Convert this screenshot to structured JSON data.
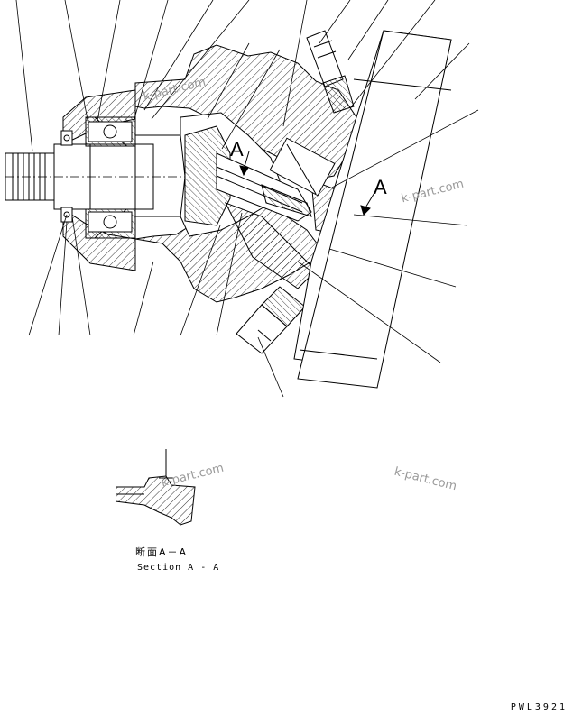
{
  "view_labels": {
    "arrow_letter_left": "A",
    "arrow_letter_right": "A"
  },
  "section": {
    "title_jp": "断面A－A",
    "title_en": "Section A - A"
  },
  "watermarks": [
    "k-part.com",
    "k-part.com",
    "k-part.com",
    "k-part.com"
  ],
  "drawing_code": "PWL3921",
  "colors": {
    "line": "#000000",
    "watermark": "#9a9a9a",
    "background": "#ffffff"
  }
}
